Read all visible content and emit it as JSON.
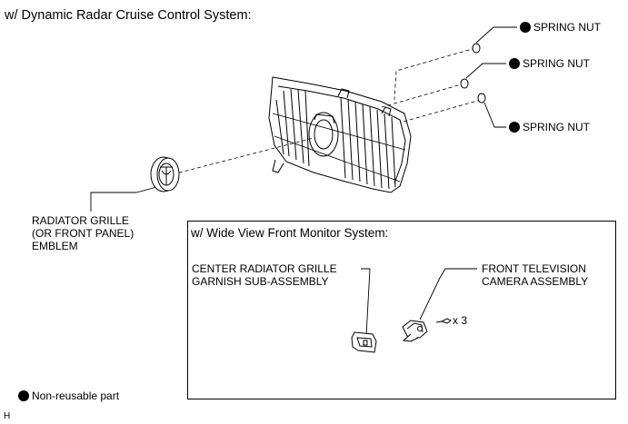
{
  "figure_title": "w/ Dynamic Radar Cruise Control System:",
  "callouts": {
    "spring_nut_1": "SPRING NUT",
    "spring_nut_2": "SPRING NUT",
    "spring_nut_3": "SPRING NUT",
    "emblem_line1": "RADIATOR GRILLE",
    "emblem_line2": "(OR FRONT PANEL)",
    "emblem_line3": "EMBLEM"
  },
  "inset": {
    "title": "w/ Wide View Front Monitor System:",
    "garnish_line1": "CENTER RADIATOR GRILLE",
    "garnish_line2": "GARNISH SUB-ASSEMBLY",
    "camera_line1": "FRONT TELEVISION",
    "camera_line2": "CAMERA ASSEMBLY",
    "screw_qty": "x 3"
  },
  "legend": {
    "non_reusable": "Non-reusable part"
  },
  "corner_code": "H",
  "colors": {
    "ink": "#000000",
    "background": "#ffffff"
  }
}
